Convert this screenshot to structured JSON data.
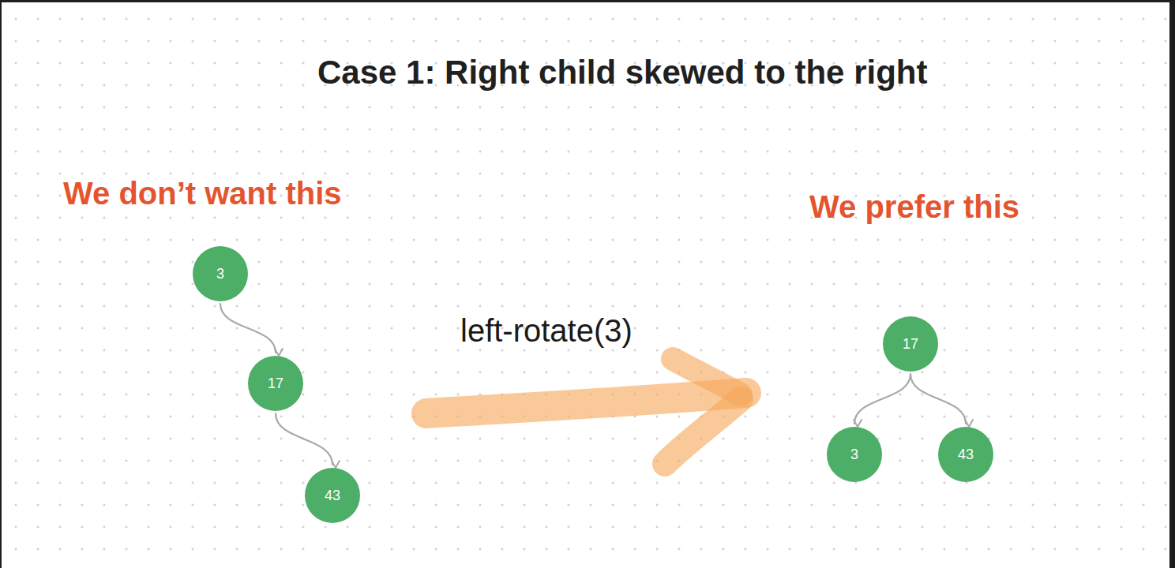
{
  "diagram": {
    "title": "Case 1: Right child skewed to the right",
    "nodes": [
      {
        "text": [
          "3"
        ]
      },
      {
        "text": [
          "17"
        ]
      },
      {
        "text": [
          "43"
        ]
      },
      {
        "text": [
          "17"
        ]
      },
      {
        "text": [
          "3"
        ]
      },
      {
        "text": [
          "43"
        ]
      }
    ],
    "edges": [
      {
        "from": 0,
        "to": 1,
        "arrow": "to"
      },
      {
        "from": 1,
        "to": 2,
        "arrow": "to"
      },
      {
        "from": 3,
        "to": 4,
        "arrow": "to"
      },
      {
        "from": 3,
        "to": 5,
        "arrow": "to"
      }
    ],
    "labels": [
      "We don’t want this",
      "We prefer this",
      "left-rotate(3)"
    ]
  }
}
